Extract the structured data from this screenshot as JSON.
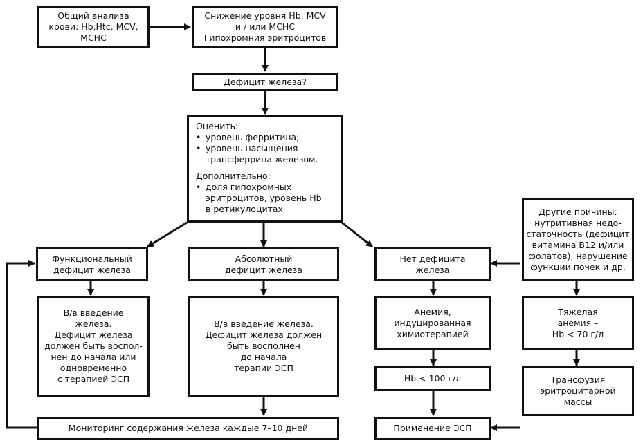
{
  "nodes": {
    "cbc": {
      "lines": [
        "Общий анализа",
        "крови: Hb,Htc, MCV,",
        "MCHC"
      ]
    },
    "decrease": {
      "lines": [
        "Снижение уровня Hb, MCV",
        "и / или MCHC",
        "Гипохромния эритроцитов"
      ]
    },
    "deficit_question": {
      "lines": [
        "Дефицит железа?"
      ]
    },
    "evaluate": {
      "heading": "Оценить:",
      "items": [
        "уровень ферритина;",
        "уровень насыщения"
      ],
      "item_cont": "трансферрина железом.",
      "extra_heading": "Дополнительно:",
      "extra_item": "доля гипохромных",
      "extra_cont": [
        "эритроцитов, уровень Hb",
        "в ретикулоцитах"
      ]
    },
    "functional": {
      "lines": [
        "Функциональный",
        "дефицит железа"
      ]
    },
    "absolute": {
      "lines": [
        "Абсолютный",
        "дефицит железа"
      ]
    },
    "no_deficit": {
      "lines": [
        "Нет дефицита",
        "железа"
      ]
    },
    "other": {
      "lines": [
        "Другие причины:",
        "нутритивная недо-",
        "статочность (дефицит",
        "витамина В12 и/или",
        "фолатов), нарушение",
        "функции почек и др."
      ]
    },
    "iv_functional": {
      "lines": [
        "В/в введение",
        "железа.",
        "Дефицит железа",
        "должен быть воспол-",
        "нен до начала или",
        "одновременно",
        "с терапией ЭСП"
      ]
    },
    "iv_absolute": {
      "lines": [
        "В/в введение железа.",
        "Дефицит железа должен",
        "быть восполнен",
        "до начала",
        "терапии ЭСП"
      ]
    },
    "chemo": {
      "lines": [
        "Анемия,",
        "индуцированная",
        "химиотерапией"
      ]
    },
    "severe": {
      "lines": [
        "Тяжелая",
        "анемия –",
        "Hb < 70 г/л"
      ]
    },
    "hb100": {
      "lines": [
        "Hb < 100 г/л"
      ]
    },
    "transfusion": {
      "lines": [
        "Трансфузия",
        "эритроцитарной",
        "массы"
      ]
    },
    "monitoring": {
      "lines": [
        "Мониторинг содержания железа каждые 7–10 дней"
      ]
    },
    "esp": {
      "lines": [
        "Применение ЭСП"
      ]
    }
  }
}
